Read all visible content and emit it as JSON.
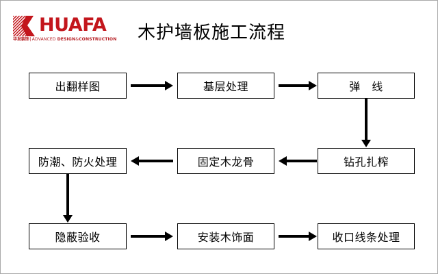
{
  "header": {
    "logo": {
      "mark_name": "huafa-k-mark",
      "wordmark": "HUAFA",
      "sub_cn": "华发装饰",
      "sub_sep": "|",
      "sub_en_1": "ADVANCED",
      "sub_en_2": "DESIGN",
      "sub_en_amp": "&",
      "sub_en_3": "CONSTRUCTION",
      "brand_color": "#c3161c"
    },
    "title": "木护墙板施工流程"
  },
  "flow": {
    "nodes": [
      {
        "id": "n1",
        "label": "出翻样图"
      },
      {
        "id": "n2",
        "label": "基层处理"
      },
      {
        "id": "n3",
        "label": "弹　线"
      },
      {
        "id": "n4",
        "label": "钻孔扎榨"
      },
      {
        "id": "n5",
        "label": "固定木龙骨"
      },
      {
        "id": "n6",
        "label": "防潮、防火处理"
      },
      {
        "id": "n7",
        "label": "隐蔽验收"
      },
      {
        "id": "n8",
        "label": "安装木饰面"
      },
      {
        "id": "n9",
        "label": "收口线条处理"
      }
    ],
    "connectors": [
      {
        "from": "n1",
        "to": "n2",
        "direction": "right"
      },
      {
        "from": "n2",
        "to": "n3",
        "direction": "right"
      },
      {
        "from": "n3",
        "to": "n4",
        "direction": "down"
      },
      {
        "from": "n4",
        "to": "n5",
        "direction": "left"
      },
      {
        "from": "n5",
        "to": "n6",
        "direction": "left"
      },
      {
        "from": "n6",
        "to": "n7",
        "direction": "down"
      },
      {
        "from": "n7",
        "to": "n8",
        "direction": "right"
      },
      {
        "from": "n8",
        "to": "n9",
        "direction": "right"
      }
    ]
  }
}
